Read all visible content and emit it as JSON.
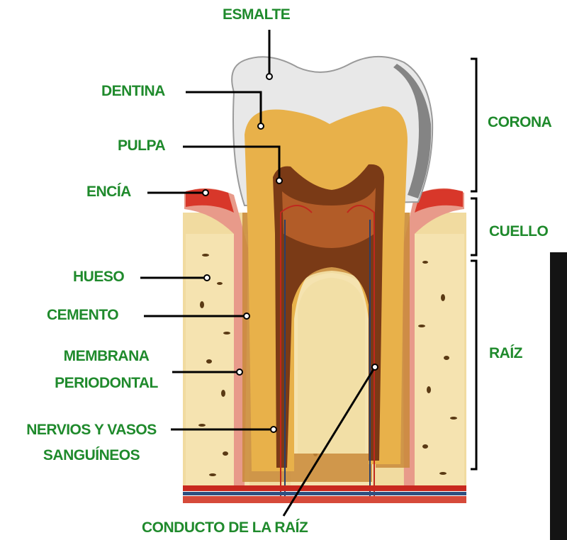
{
  "labels": {
    "esmalte": "ESMALTE",
    "dentina": "DENTINA",
    "pulpa": "PULPA",
    "encia": "ENCÍA",
    "hueso": "HUESO",
    "cemento": "CEMENTO",
    "membrana_1": "MEMBRANA",
    "membrana_2": "PERIODONTAL",
    "nervios_1": "NERVIOS Y VASOS",
    "nervios_2": "SANGUÍNEOS",
    "conducto": "CONDUCTO DE LA RAÍZ",
    "corona": "CORONA",
    "cuello": "CUELLO",
    "raiz": "RAÍZ"
  },
  "colors": {
    "label_green": "#1f8a2c",
    "enamel": "#e9e9e9",
    "dentin": "#e6b24a",
    "pulp": "#8a4218",
    "bone": "#f3dfa4",
    "gum": "#e98a7a"
  }
}
